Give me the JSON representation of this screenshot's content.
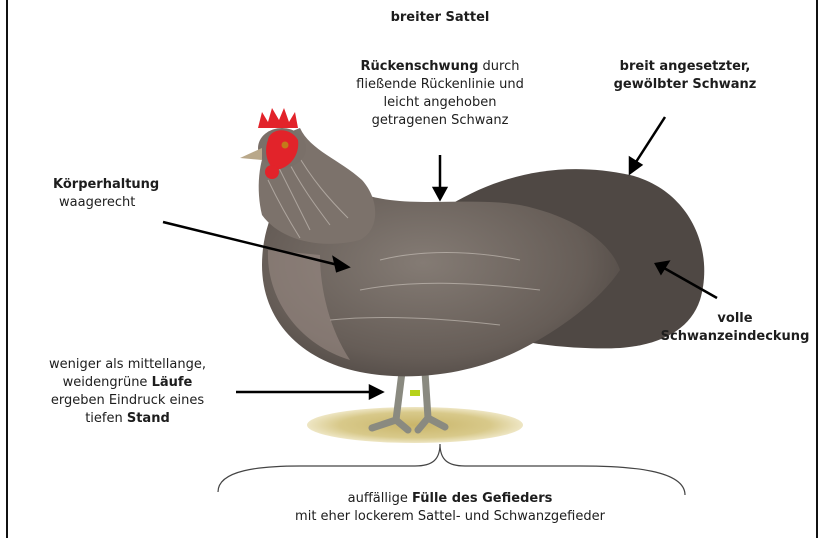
{
  "title": {
    "sattel": "breiter Sattel"
  },
  "labels": {
    "ruecken": {
      "b1": "Rückenschwung",
      "t1": " durch",
      "t2": "fließende Rückenlinie und",
      "t3": "leicht angehoben",
      "t4": "getragenen Schwanz"
    },
    "schwanz": {
      "b1": "breit angesetzter,",
      "b2": "gewölbter Schwanz"
    },
    "haltung": {
      "b1": "Körperhaltung",
      "t1": "waagerecht"
    },
    "eindeckung": {
      "b1": "volle",
      "b2": "Schwanzeindeckung"
    },
    "laeufe": {
      "t1": "weniger als mittellange,",
      "t2": "weidengrüne ",
      "b1": "Läufe",
      "t3": "ergeben Eindruck eines",
      "t4": "tiefen ",
      "b2": "Stand"
    },
    "fuelle": {
      "t1": "auffällige ",
      "b1": "Fülle des Gefieders",
      "t2": "mit eher lockerem Sattel- und Schwanzgefieder"
    }
  },
  "colors": {
    "plumage": "#6e655f",
    "comb": "#e2232a",
    "legs": "#8a8a80",
    "ground": "#d8c98a",
    "arrow": "#000000"
  }
}
